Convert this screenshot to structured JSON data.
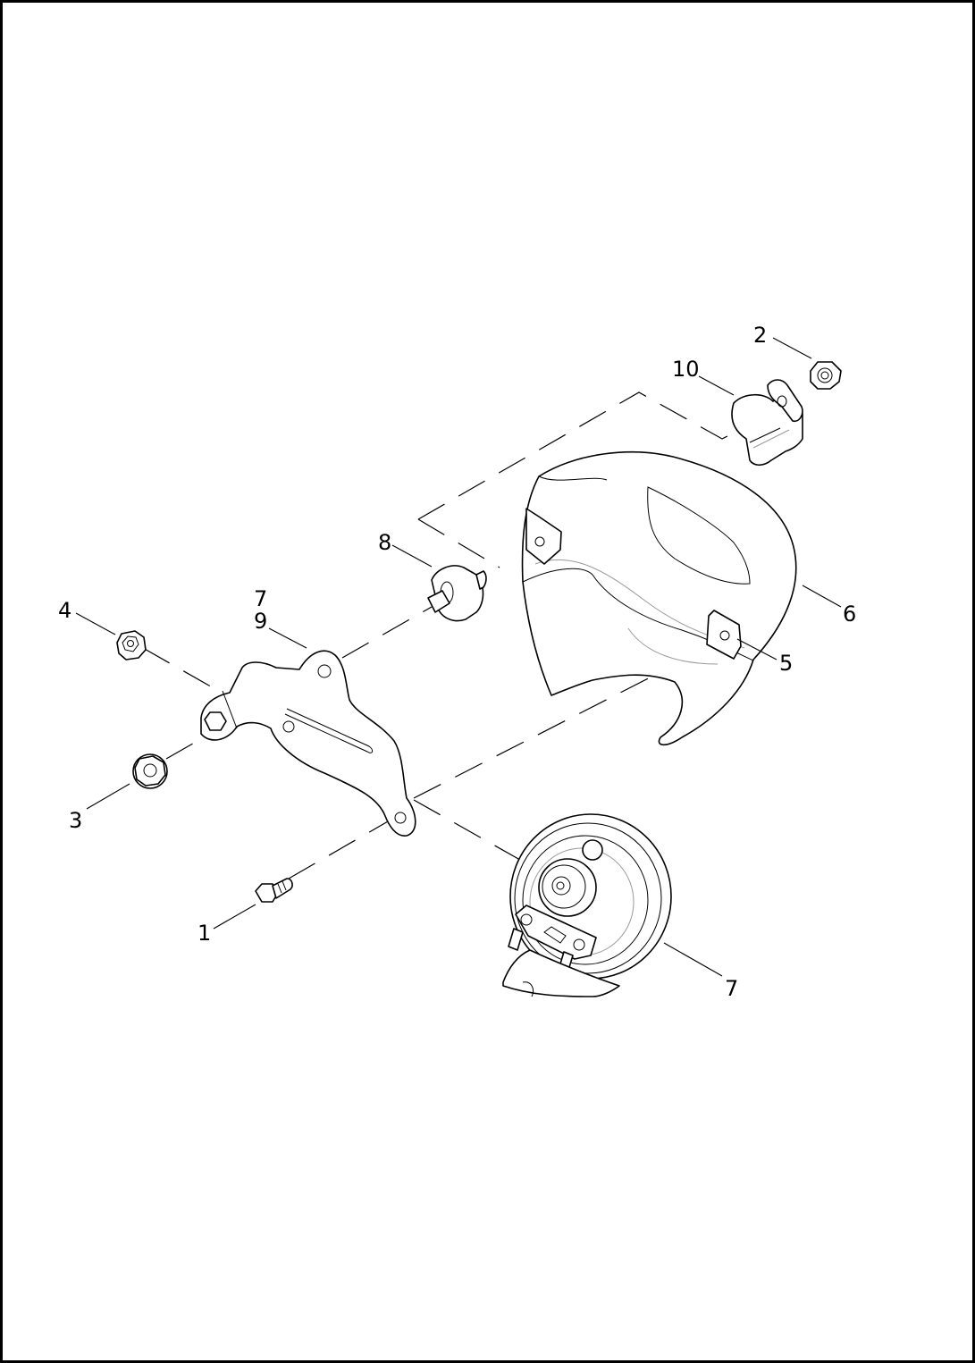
{
  "callouts": [
    {
      "id": "c1",
      "text": "1"
    },
    {
      "id": "c2",
      "text": "2"
    },
    {
      "id": "c3",
      "text": "3"
    },
    {
      "id": "c4",
      "text": "4"
    },
    {
      "id": "c5",
      "text": "5"
    },
    {
      "id": "c6",
      "text": "6"
    },
    {
      "id": "c7a",
      "text": "7"
    },
    {
      "id": "c9",
      "text": "9"
    },
    {
      "id": "c7b",
      "text": "7"
    },
    {
      "id": "c8",
      "text": "8"
    },
    {
      "id": "c10",
      "text": "10"
    }
  ]
}
